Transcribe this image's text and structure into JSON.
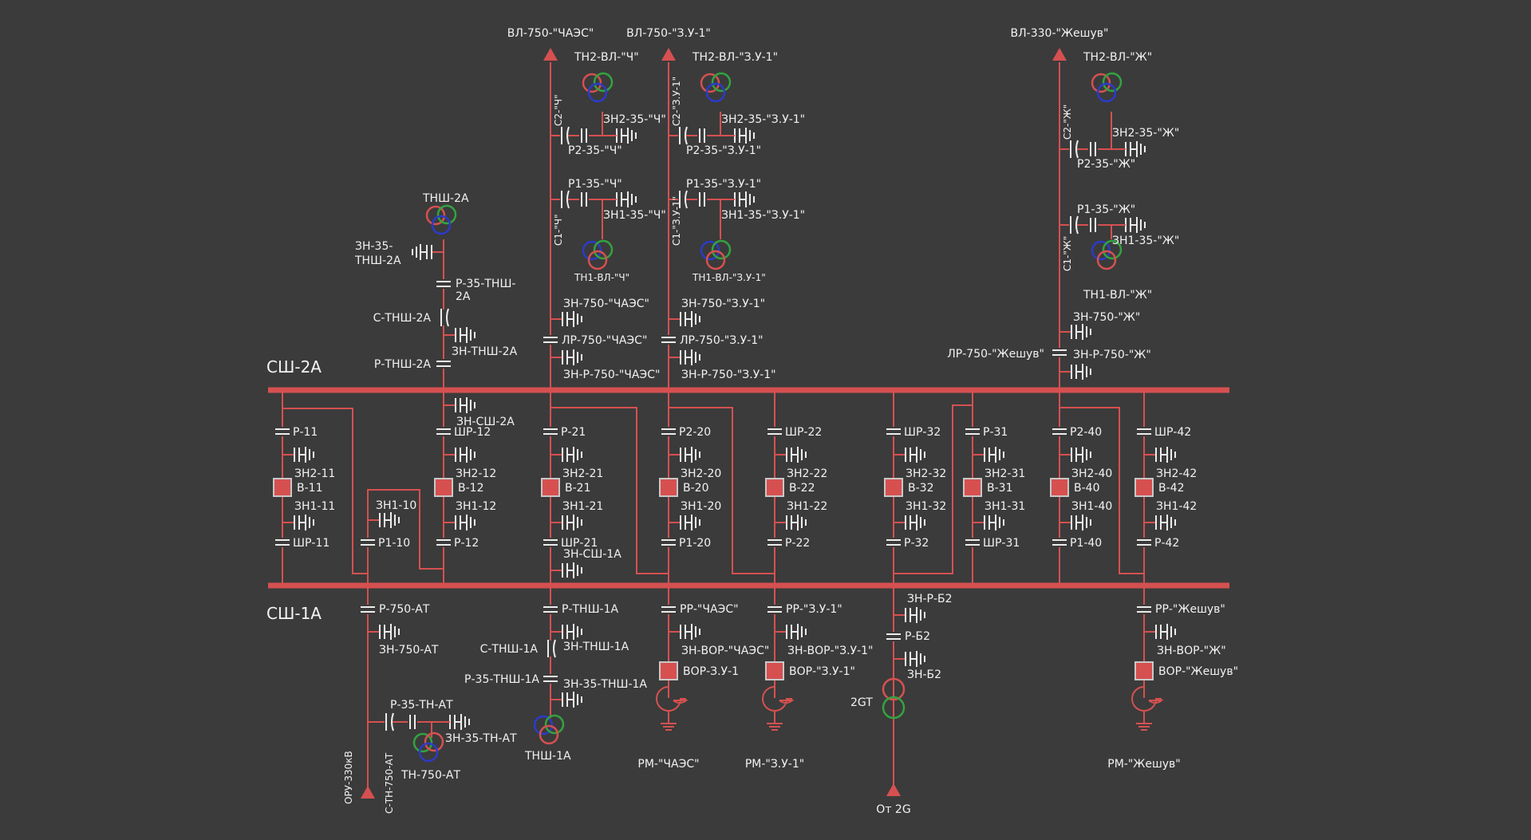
{
  "buses": {
    "sh2a": "СШ-2А",
    "sh1a": "СШ-1А"
  },
  "lines": {
    "chaes": {
      "title": "ВЛ-750-\"ЧАЭС\"",
      "tn2": "ТН2-ВЛ-\"Ч\"",
      "c2": "С2-\"Ч\"",
      "zn235": "ЗН2-35-\"Ч\"",
      "r235": "Р2-35-\"Ч\"",
      "r135": "Р1-35-\"Ч\"",
      "c1": "С1-\"Ч\"",
      "zn135": "ЗН1-35-\"Ч\"",
      "tn1": "ТН1-ВЛ-\"Ч\"",
      "zn750": "ЗН-750-\"ЧАЭС\"",
      "lr750": "ЛР-750-\"ЧАЭС\"",
      "znr750": "ЗН-Р-750-\"ЧАЭС\""
    },
    "zu1": {
      "title": "ВЛ-750-\"З.У-1\"",
      "tn2": "ТН2-ВЛ-\"З.У-1\"",
      "c2": "С2-\"З.У-1\"",
      "zn235": "ЗН2-35-\"З.У-1\"",
      "r235": "Р2-35-\"З.У-1\"",
      "r135": "Р1-35-\"З.У-1\"",
      "c1": "С1-\"З.У-1\"",
      "zn135": "ЗН1-35-\"З.У-1\"",
      "tn1": "ТН1-ВЛ-\"З.У-1\"",
      "zn750": "ЗН-750-\"З.У-1\"",
      "lr750": "ЛР-750-\"З.У-1\"",
      "znr750": "ЗН-Р-750-\"З.У-1\""
    },
    "zh": {
      "title": "ВЛ-330-\"Жешув\"",
      "tn2": "ТН2-ВЛ-\"Ж\"",
      "c2": "С2-\"Ж\"",
      "zn235": "ЗН2-35-\"Ж\"",
      "r235": "Р2-35-\"Ж\"",
      "r135": "Р1-35-\"Ж\"",
      "c1": "С1-\"Ж\"",
      "zn135": "ЗН1-35-\"Ж\"",
      "tn1": "ТН1-ВЛ-\"Ж\"",
      "zn750": "ЗН-750-\"Ж\"",
      "lr750": "ЛР-750-\"Жешув\"",
      "znr750": "ЗН-Р-750-\"Ж\""
    }
  },
  "tsh2a": {
    "tn": "ТНШ-2А",
    "zn35a": "ЗН-35-",
    "zn35b": "ТНШ-2А",
    "r35a": "Р-35-ТНШ-",
    "r35b": "2А",
    "c": "С-ТНШ-2А",
    "zn": "ЗН-ТНШ-2А",
    "r": "Р-ТНШ-2А"
  },
  "bays": {
    "b1": {
      "top": "Р-11",
      "zn2": "ЗН2-11",
      "brk": "В-11",
      "zn1": "ЗН1-11",
      "bot": "ШР-11"
    },
    "b2": {
      "zn1": "ЗН1-10",
      "bot": "Р1-10"
    },
    "b3": {
      "top": "ШР-12",
      "znsh": "ЗН-СШ-2А",
      "zn2": "ЗН2-12",
      "brk": "В-12",
      "zn1": "ЗН1-12",
      "bot": "Р-12"
    },
    "b4": {
      "top": "Р-21",
      "zn2": "ЗН2-21",
      "brk": "В-21",
      "zn1": "ЗН1-21",
      "bot": "ШР-21",
      "znsh": "ЗН-СШ-1А"
    },
    "b5": {
      "top": "Р2-20",
      "zn2": "ЗН2-20",
      "brk": "В-20",
      "zn1": "ЗН1-20",
      "bot": "Р1-20"
    },
    "b6": {
      "top": "ШР-22",
      "zn2": "ЗН2-22",
      "brk": "В-22",
      "zn1": "ЗН1-22",
      "bot": "Р-22"
    },
    "b7": {
      "top": "ШР-32",
      "zn2": "ЗН2-32",
      "brk": "В-32",
      "zn1": "ЗН1-32",
      "bot": "Р-32"
    },
    "b8": {
      "top": "Р-31",
      "zn2": "ЗН2-31",
      "brk": "В-31",
      "zn1": "ЗН1-31",
      "bot": "ШР-31"
    },
    "b9": {
      "top": "Р2-40",
      "zn2": "ЗН2-40",
      "brk": "В-40",
      "zn1": "ЗН1-40",
      "bot": "Р1-40"
    },
    "b10": {
      "top": "ШР-42",
      "zn2": "ЗН2-42",
      "brk": "В-42",
      "zn1": "ЗН1-42",
      "bot": "Р-42"
    }
  },
  "lower": {
    "at": {
      "r750": "Р-750-АТ",
      "zn750": "ЗН-750-АТ",
      "r35": "Р-35-ТН-АТ",
      "zn35": "ЗН-35-ТН-АТ",
      "tn": "ТН-750-АТ",
      "ctn": "С-ТН-750-АТ",
      "oru": "ОРУ-330кВ"
    },
    "tsh1a": {
      "r": "Р-ТНШ-1А",
      "c": "С-ТНШ-1А",
      "zn": "ЗН-ТНШ-1А",
      "r35": "Р-35-ТНШ-1А",
      "zn35": "ЗН-35-ТНШ-1А",
      "tn": "ТНШ-1А"
    },
    "rchaes": {
      "rr": "РР-\"ЧАЭС\"",
      "znvor": "ЗН-ВОР-\"ЧАЭС\"",
      "vor": "ВОР-З.У-1",
      "rm": "РМ-\"ЧАЭС\""
    },
    "rzu1": {
      "rr": "РР-\"З.У-1\"",
      "znvor": "ЗН-ВОР-\"З.У-1\"",
      "vor": "ВОР-\"З.У-1\"",
      "rm": "РМ-\"З.У-1\""
    },
    "gen": {
      "znrb2": "ЗН-Р-Б2",
      "rb2": "Р-Б2",
      "znb2": "ЗН-Б2",
      "g": "2GT",
      "from": "От 2G"
    },
    "rzh": {
      "rr": "РР-\"Жешув\"",
      "znvor": "ЗН-ВОР-\"Ж\"",
      "vor": "ВОР-\"Жешув\"",
      "rm": "РМ-\"Жешув\""
    }
  },
  "colors": {
    "line": "#d65050",
    "switch": "#ececec",
    "bg": "#3b3b3b",
    "green": "#33a340",
    "blue": "#2c3bc8"
  }
}
